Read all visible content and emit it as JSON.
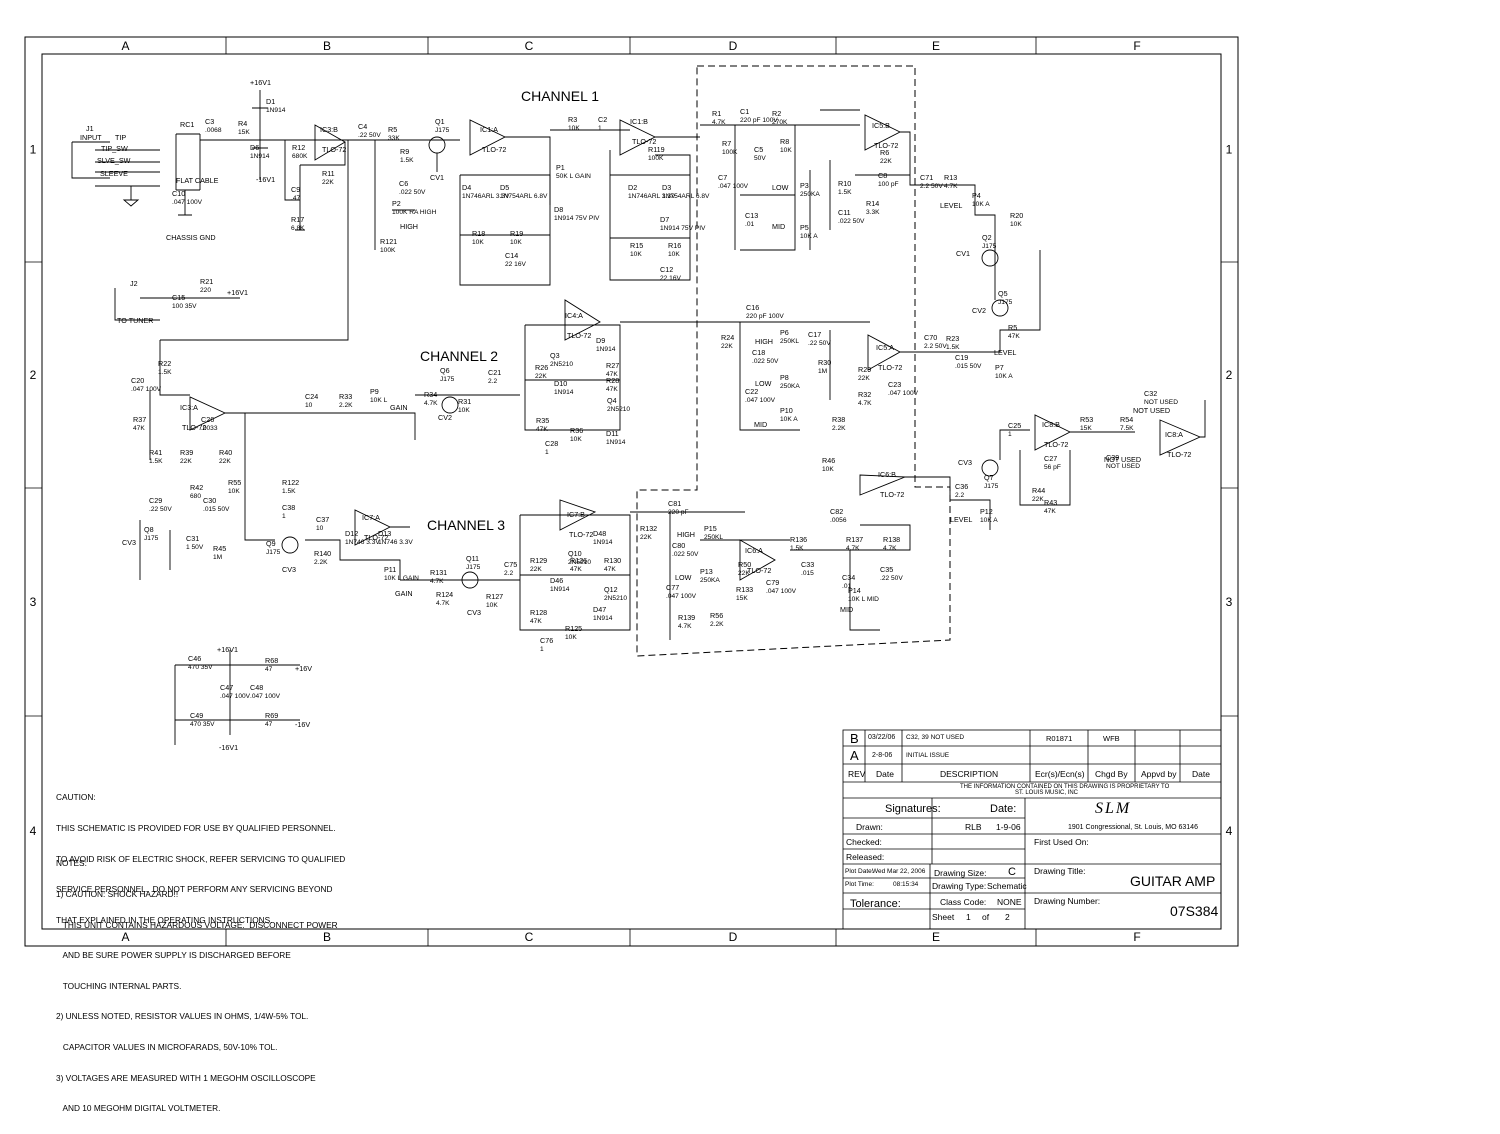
{
  "border": {
    "columns": [
      "A",
      "B",
      "C",
      "D",
      "E",
      "F"
    ],
    "rows": [
      "1",
      "2",
      "3",
      "4"
    ]
  },
  "channels": [
    "CHANNEL 1",
    "CHANNEL 2",
    "CHANNEL 3"
  ],
  "misc_labels": {
    "j1": "J1",
    "input": "INPUT",
    "tip": "TIP",
    "tip_sw": "TIP_SW",
    "slve_sw": "SLVE_SW",
    "sleeve": "SLEEVE",
    "flat_cable": "FLAT CABLE",
    "chassis_gnd": "CHASSIS GND",
    "j2": "J2",
    "to_tuner": "TO TUNER",
    "plus16": "+16V1",
    "minus16": "-16V1",
    "plus16v": "+16V",
    "minus16v": "-16V",
    "cv1": "CV1",
    "cv2": "CV2",
    "cv3": "CV3",
    "not_used": "NOT USED",
    "gain": "GAIN",
    "level": "LEVEL",
    "high": "HIGH",
    "mid": "MID",
    "low": "LOW"
  },
  "caution": {
    "title": "CAUTION:",
    "lines": [
      "THIS SCHEMATIC IS PROVIDED FOR USE BY QUALIFIED PERSONNEL.",
      "TO AVOID RISK OF ELECTRIC SHOCK, REFER SERVICING TO QUALIFIED",
      "SERVICE PERSONNEL.  DO NOT PERFORM ANY SERVICING BEYOND",
      "THAT EXPLAINED IN THE OPERATING INSTRUCTIONS."
    ]
  },
  "notes": {
    "title": "NOTES:",
    "lines": [
      "1) CAUTION: SHOCK HAZARD!!",
      "   THIS UNIT CONTAINS HAZARDOUS VOLTAGE.  DISCONNECT POWER",
      "   AND BE SURE POWER SUPPLY IS DISCHARGED BEFORE",
      "   TOUCHING INTERNAL PARTS.",
      "2) UNLESS NOTED, RESISTOR VALUES IN OHMS, 1/4W-5% TOL.",
      "   CAPACITOR VALUES IN MICROFARADS, 50V-10% TOL.",
      "3) VOLTAGES ARE MEASURED WITH 1 MEGOHM OSCILLOSCOPE",
      "   AND 10 MEGOHM DIGITAL VOLTMETER."
    ]
  },
  "revisions": [
    {
      "rev": "B",
      "date": "03/22/06",
      "description": "C32, 39 NOT USED",
      "ecr": "R01871",
      "chgd_by": "WFB",
      "appvd_by": "",
      "rdate": ""
    },
    {
      "rev": "A",
      "date": "2-8-06",
      "description": "INITIAL ISSUE",
      "ecr": "",
      "chgd_by": "",
      "appvd_by": "",
      "rdate": ""
    }
  ],
  "rev_headers": {
    "rev": "REV",
    "date": "Date",
    "description": "DESCRIPTION",
    "ecr": "Ecr(s)/Ecn(s)",
    "chgd_by": "Chgd By",
    "appvd_by": "Appvd by",
    "rdate": "Date"
  },
  "proprietary": [
    "THE INFORMATION CONTAINED ON THIS DRAWING IS PROPRIETARY TO",
    "ST. LOUIS MUSIC, INC"
  ],
  "title_block": {
    "signatures_label": "Signatures:",
    "date_label": "Date:",
    "drawn_label": "Drawn:",
    "drawn_by": "RLB",
    "drawn_date": "1-9-06",
    "checked_label": "Checked:",
    "released_label": "Released:",
    "company_logo_text": "SLM",
    "company_address": "1901 Congressional, St. Louis, MO 63146",
    "first_used_label": "First Used On:",
    "plot_date_label": "Plot Date:",
    "plot_date": "Wed Mar 22, 2006",
    "plot_time_label": "Plot Time:",
    "plot_time": "08:15:34",
    "drawing_size_label": "Drawing Size:",
    "drawing_size": "C",
    "drawing_type_label": "Drawing Type:",
    "drawing_type": "Schematic",
    "class_code_label": "Class Code:",
    "class_code": "NONE",
    "tolerance_label": "Tolerance:",
    "sheet_label": "Sheet",
    "sheet": "1",
    "of_label": "of",
    "sheets": "2",
    "drawing_title_label": "Drawing Title:",
    "drawing_title": "GUITAR AMP",
    "drawing_number_label": "Drawing Number:",
    "drawing_number": "07S384"
  },
  "opamps": [
    {
      "ref": "IC3:B",
      "type": "TLO-72"
    },
    {
      "ref": "IC1:A",
      "type": "TLO-72"
    },
    {
      "ref": "IC1:B",
      "type": "TLO-72"
    },
    {
      "ref": "IC5:B",
      "type": "TLO-72"
    },
    {
      "ref": "IC4:A",
      "type": "TLO-72"
    },
    {
      "ref": "IC5:A",
      "type": "TLO-72"
    },
    {
      "ref": "IC3:A",
      "type": "TLO-72"
    },
    {
      "ref": "IC7:A",
      "type": "TLO-72"
    },
    {
      "ref": "IC7:B",
      "type": "TLO-72"
    },
    {
      "ref": "IC6:A",
      "type": "TLO-72"
    },
    {
      "ref": "IC6:B",
      "type": "TLO-72"
    },
    {
      "ref": "IC8:B",
      "type": "TLO-72"
    },
    {
      "ref": "IC8:A",
      "type": "TLO-72"
    }
  ],
  "components": [
    {
      "ref": "C3",
      "value": ".0068"
    },
    {
      "ref": "R4",
      "value": "15K"
    },
    {
      "ref": "D1",
      "value": "1N914"
    },
    {
      "ref": "D6",
      "value": "1N914"
    },
    {
      "ref": "R12",
      "value": "680K"
    },
    {
      "ref": "C9",
      "value": ".47"
    },
    {
      "ref": "R17",
      "value": "6.8K"
    },
    {
      "ref": "R11",
      "value": "22K"
    },
    {
      "ref": "C4",
      "value": ".22 50V"
    },
    {
      "ref": "C10",
      "value": ".047 100V"
    },
    {
      "ref": "R5",
      "value": "33K"
    },
    {
      "ref": "R9",
      "value": "1.5K"
    },
    {
      "ref": "C6",
      "value": ".022 50V"
    },
    {
      "ref": "P2",
      "value": "100K RA HIGH"
    },
    {
      "ref": "R121",
      "value": "100K"
    },
    {
      "ref": "Q1",
      "value": "J175"
    },
    {
      "ref": "D4",
      "value": "1N746ARL 3.3V"
    },
    {
      "ref": "D5",
      "value": "1N754ARL 6.8V"
    },
    {
      "ref": "D8",
      "value": "1N914 75V PIV"
    },
    {
      "ref": "P1",
      "value": "50K L GAIN"
    },
    {
      "ref": "R18",
      "value": "10K"
    },
    {
      "ref": "R19",
      "value": "10K"
    },
    {
      "ref": "C14",
      "value": "22 16V"
    },
    {
      "ref": "R3",
      "value": "10K"
    },
    {
      "ref": "C2",
      "value": "1"
    },
    {
      "ref": "R119",
      "value": "100K"
    },
    {
      "ref": "D2",
      "value": "1N746ARL 3.3V"
    },
    {
      "ref": "D3",
      "value": "1N754ARL 6.8V"
    },
    {
      "ref": "D7",
      "value": "1N914 75V PIV"
    },
    {
      "ref": "R15",
      "value": "10K"
    },
    {
      "ref": "R16",
      "value": "10K"
    },
    {
      "ref": "C12",
      "value": "22 16V"
    },
    {
      "ref": "R1",
      "value": "4.7K"
    },
    {
      "ref": "C1",
      "value": "220 pF 100V"
    },
    {
      "ref": "R2",
      "value": "270K"
    },
    {
      "ref": "R7",
      "value": "100K"
    },
    {
      "ref": "R8",
      "value": "10K"
    },
    {
      "ref": "C5",
      "value": "50V"
    },
    {
      "ref": "C7",
      "value": ".047 100V"
    },
    {
      "ref": "P3",
      "value": "250KA"
    },
    {
      "ref": "C13",
      "value": ".01"
    },
    {
      "ref": "P5",
      "value": "10K A"
    },
    {
      "ref": "R10",
      "value": "1.5K"
    },
    {
      "ref": "C11",
      "value": ".022 50V"
    },
    {
      "ref": "R6",
      "value": "22K"
    },
    {
      "ref": "C8",
      "value": "100 pF"
    },
    {
      "ref": "R14",
      "value": "3.3K"
    },
    {
      "ref": "C71",
      "value": "2.2 50V"
    },
    {
      "ref": "R13",
      "value": "4.7K"
    },
    {
      "ref": "P4",
      "value": "10K A"
    },
    {
      "ref": "R20",
      "value": "10K"
    },
    {
      "ref": "Q2",
      "value": "J175"
    },
    {
      "ref": "Q5",
      "value": "J175"
    },
    {
      "ref": "R5",
      "value": "47K"
    },
    {
      "ref": "R21",
      "value": "220"
    },
    {
      "ref": "C15",
      "value": "100 35V"
    },
    {
      "ref": "R22",
      "value": "1.5K"
    },
    {
      "ref": "C20",
      "value": ".047 100V"
    },
    {
      "ref": "R37",
      "value": "47K"
    },
    {
      "ref": "C26",
      "value": ".0033"
    },
    {
      "ref": "C24",
      "value": "10"
    },
    {
      "ref": "R33",
      "value": "2.2K"
    },
    {
      "ref": "P9",
      "value": "10K L"
    },
    {
      "ref": "R34",
      "value": "4.7K"
    },
    {
      "ref": "Q6",
      "value": "J175"
    },
    {
      "ref": "C21",
      "value": "2.2"
    },
    {
      "ref": "R31",
      "value": "10K"
    },
    {
      "ref": "Q3",
      "value": "2N5210"
    },
    {
      "ref": "D9",
      "value": "1N914"
    },
    {
      "ref": "R26",
      "value": "22K"
    },
    {
      "ref": "R27",
      "value": "47K"
    },
    {
      "ref": "R28",
      "value": "47K"
    },
    {
      "ref": "D10",
      "value": "1N914"
    },
    {
      "ref": "Q4",
      "value": "2N5210"
    },
    {
      "ref": "R35",
      "value": "47K"
    },
    {
      "ref": "R36",
      "value": "10K"
    },
    {
      "ref": "D11",
      "value": "1N914"
    },
    {
      "ref": "C28",
      "value": "1"
    },
    {
      "ref": "C16",
      "value": "220 pF 100V"
    },
    {
      "ref": "R24",
      "value": "22K"
    },
    {
      "ref": "P6",
      "value": "250KL"
    },
    {
      "ref": "C18",
      "value": ".022 50V"
    },
    {
      "ref": "P8",
      "value": "250KA"
    },
    {
      "ref": "C22",
      "value": ".047 100V"
    },
    {
      "ref": "P10",
      "value": "10K A"
    },
    {
      "ref": "C17",
      "value": ".22 50V"
    },
    {
      "ref": "R30",
      "value": "1M"
    },
    {
      "ref": "R29",
      "value": "22K"
    },
    {
      "ref": "R32",
      "value": "4.7K"
    },
    {
      "ref": "C23",
      "value": ".047 100V"
    },
    {
      "ref": "R38",
      "value": "2.2K"
    },
    {
      "ref": "C70",
      "value": "2.2 50V"
    },
    {
      "ref": "R23",
      "value": "1.5K"
    },
    {
      "ref": "C19",
      "value": ".015 50V"
    },
    {
      "ref": "P7",
      "value": "10K A"
    },
    {
      "ref": "R39",
      "value": "22K"
    },
    {
      "ref": "R40",
      "value": "22K"
    },
    {
      "ref": "R42",
      "value": "680"
    },
    {
      "ref": "R41",
      "value": "1.5K"
    },
    {
      "ref": "C29",
      "value": ".22 50V"
    },
    {
      "ref": "C30",
      "value": ".015 50V"
    },
    {
      "ref": "R55",
      "value": "10K"
    },
    {
      "ref": "R122",
      "value": "1.5K"
    },
    {
      "ref": "C38",
      "value": "1"
    },
    {
      "ref": "Q8",
      "value": "J175"
    },
    {
      "ref": "C31",
      "value": "1 50V"
    },
    {
      "ref": "R45",
      "value": "1M"
    },
    {
      "ref": "Q9",
      "value": "J175"
    },
    {
      "ref": "C37",
      "value": "10"
    },
    {
      "ref": "R140",
      "value": "2.2K"
    },
    {
      "ref": "D12",
      "value": "1N746 3.3V"
    },
    {
      "ref": "D13",
      "value": "1N746 3.3V"
    },
    {
      "ref": "P11",
      "value": "10K L GAIN"
    },
    {
      "ref": "R131",
      "value": "4.7K"
    },
    {
      "ref": "R124",
      "value": "4.7K"
    },
    {
      "ref": "Q11",
      "value": "J175"
    },
    {
      "ref": "R127",
      "value": "10K"
    },
    {
      "ref": "C75",
      "value": "2.2"
    },
    {
      "ref": "Q10",
      "value": "2N5210"
    },
    {
      "ref": "D48",
      "value": "1N914"
    },
    {
      "ref": "R129",
      "value": "22K"
    },
    {
      "ref": "R126",
      "value": "47K"
    },
    {
      "ref": "R130",
      "value": "47K"
    },
    {
      "ref": "D46",
      "value": "1N914"
    },
    {
      "ref": "Q12",
      "value": "2N5210"
    },
    {
      "ref": "R128",
      "value": "47K"
    },
    {
      "ref": "R125",
      "value": "10K"
    },
    {
      "ref": "D47",
      "value": "1N914"
    },
    {
      "ref": "C76",
      "value": "1"
    },
    {
      "ref": "C81",
      "value": "220 pF"
    },
    {
      "ref": "R132",
      "value": "22K"
    },
    {
      "ref": "P15",
      "value": "250KL"
    },
    {
      "ref": "C80",
      "value": ".022 50V"
    },
    {
      "ref": "P13",
      "value": "250KA"
    },
    {
      "ref": "C77",
      "value": ".047 100V"
    },
    {
      "ref": "R139",
      "value": "4.7K"
    },
    {
      "ref": "R50",
      "value": "22K"
    },
    {
      "ref": "R133",
      "value": "15K"
    },
    {
      "ref": "C79",
      "value": ".047 100V"
    },
    {
      "ref": "R56",
      "value": "2.2K"
    },
    {
      "ref": "R136",
      "value": "1.5K"
    },
    {
      "ref": "C33",
      "value": ".015"
    },
    {
      "ref": "C82",
      "value": ".0056"
    },
    {
      "ref": "R137",
      "value": "4.7K"
    },
    {
      "ref": "R138",
      "value": "4.7K"
    },
    {
      "ref": "C34",
      "value": ".01"
    },
    {
      "ref": "C35",
      "value": ".22 50V"
    },
    {
      "ref": "P14",
      "value": "10K L MID"
    },
    {
      "ref": "R46",
      "value": "10K"
    },
    {
      "ref": "C36",
      "value": "2.2"
    },
    {
      "ref": "P12",
      "value": "10K A"
    },
    {
      "ref": "Q7",
      "value": "J175"
    },
    {
      "ref": "C25",
      "value": "1"
    },
    {
      "ref": "C27",
      "value": "56 pF"
    },
    {
      "ref": "R44",
      "value": "22K"
    },
    {
      "ref": "R43",
      "value": "47K"
    },
    {
      "ref": "R53",
      "value": "15K"
    },
    {
      "ref": "R54",
      "value": "7.5K"
    },
    {
      "ref": "C32",
      "value": "NOT USED"
    },
    {
      "ref": "C39",
      "value": "NOT USED"
    },
    {
      "ref": "C46",
      "value": "470 35V"
    },
    {
      "ref": "C47",
      "value": ".047 100V"
    },
    {
      "ref": "C48",
      "value": ".047 100V"
    },
    {
      "ref": "C49",
      "value": "470 35V"
    },
    {
      "ref": "R68",
      "value": "47"
    },
    {
      "ref": "R69",
      "value": "47"
    },
    {
      "ref": "RC1",
      "value": ""
    }
  ],
  "labels": {
    "j1": "J1",
    "input": "INPUT",
    "tip": "TIP",
    "tip_sw": "TIP_SW",
    "slve_sw": "SLVE_SW",
    "sleeve": "SLEEVE",
    "flat_cable": "FLAT CABLE",
    "chassis_gnd": "CHASSIS GND",
    "j2": "J2",
    "to_tuner": "TO TUNER",
    "plus16": "+16V1",
    "minus16": "-16V1",
    "plus16v": "+16V",
    "minus16v": "-16V",
    "cv1": "CV1",
    "cv2": "CV2",
    "cv3": "CV3",
    "not_used": "NOT USED",
    "gain": "GAIN",
    "level": "LEVEL",
    "high": "HIGH",
    "mid": "MID",
    "low": "LOW"
  }
}
